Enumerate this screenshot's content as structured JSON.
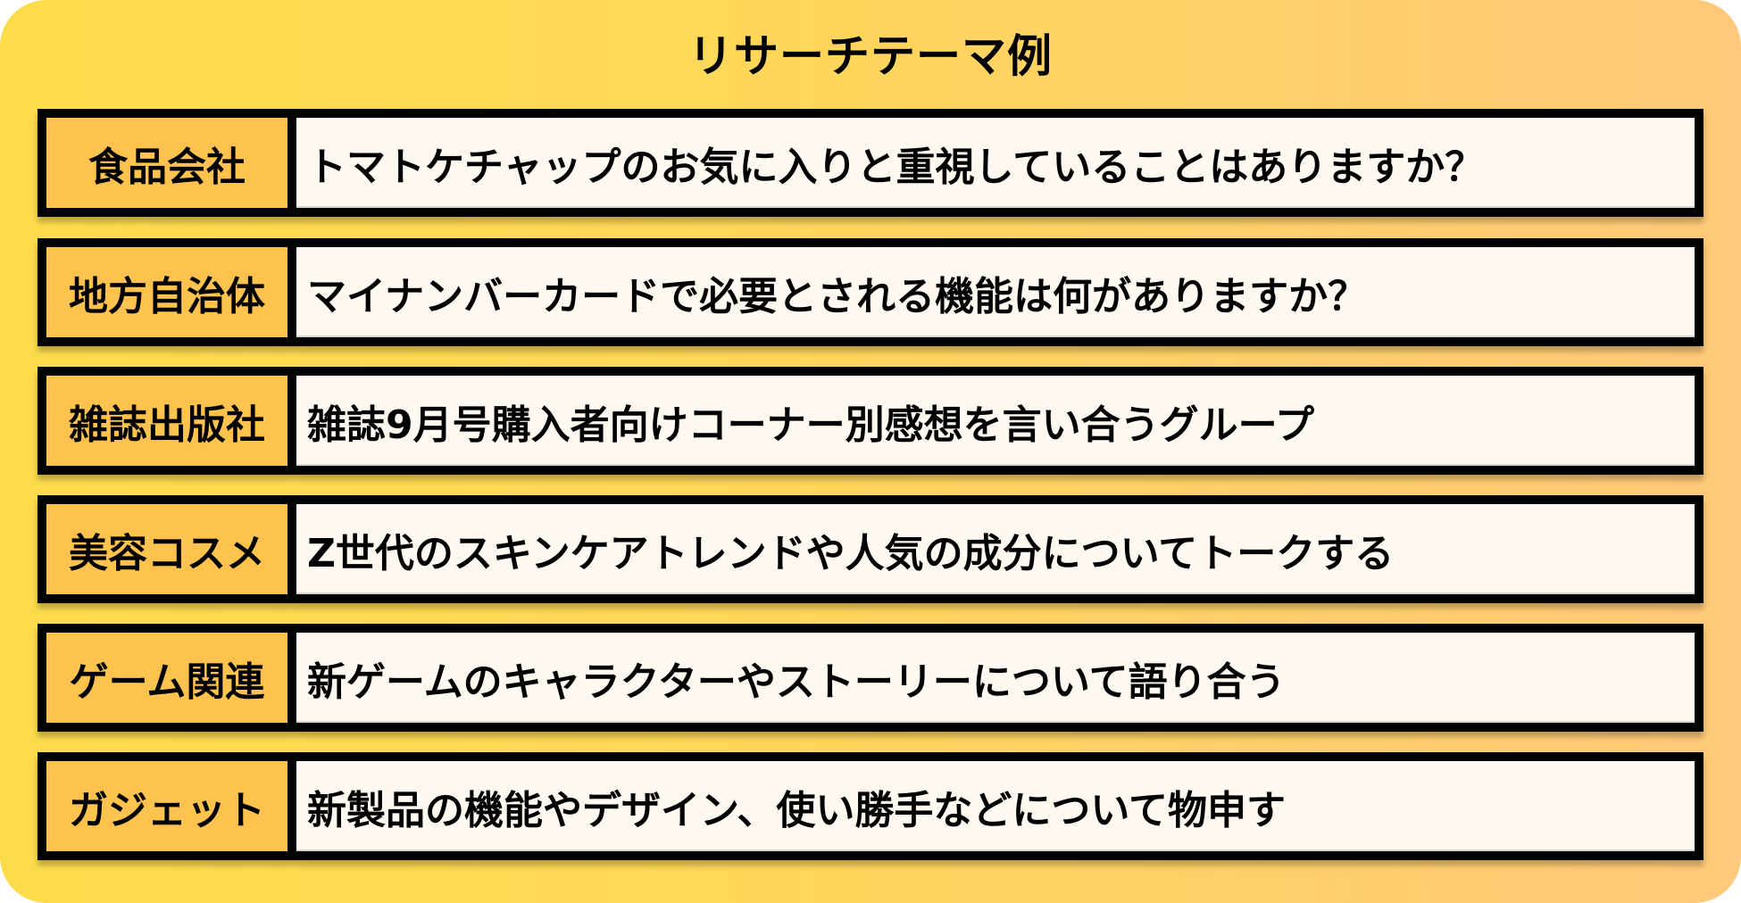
{
  "title": "リサーチテーマ例",
  "colors": {
    "background_left": "#FDDC4B",
    "background_right": "#FEC97A",
    "label_fill": "#FEC24E",
    "text_fill": "#FFF9F1",
    "border": "#000000"
  },
  "rows": [
    {
      "category": "食品会社",
      "theme": "トマトケチャップのお気に入りと重視していることはありますか？"
    },
    {
      "category": "地方自治体",
      "theme": "マイナンバーカードで必要とされる機能は何がありますか？"
    },
    {
      "category": "雑誌出版社",
      "theme": "雑誌9月号購入者向けコーナー別感想を言い合うグループ"
    },
    {
      "category": "美容コスメ",
      "theme": "Z世代のスキンケアトレンドや人気の成分についてトークする"
    },
    {
      "category": "ゲーム関連",
      "theme": "新ゲームのキャラクターやストーリーについて語り合う"
    },
    {
      "category": "ガジェット",
      "theme": "新製品の機能やデザイン、使い勝手などについて物申す"
    }
  ]
}
